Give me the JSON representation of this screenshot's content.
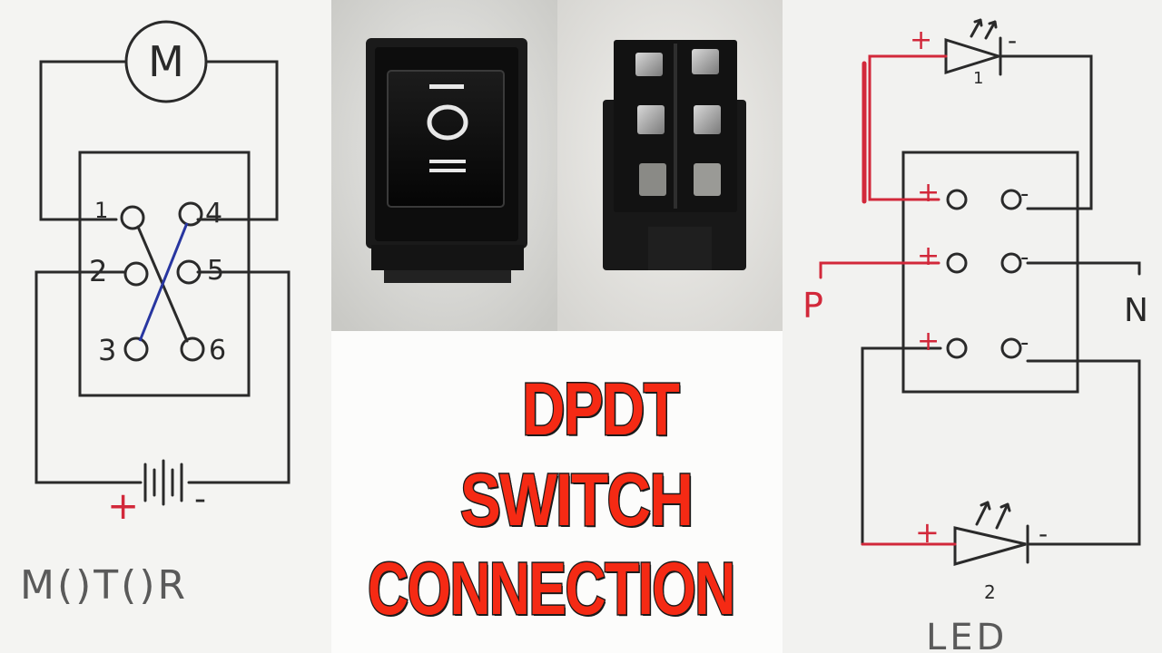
{
  "title": {
    "line1": "DPDT",
    "line2": "SWITCH",
    "line3": "CONNECTION"
  },
  "motor_diagram": {
    "motor_symbol": "M",
    "terminals": [
      "1",
      "2",
      "3",
      "4",
      "5",
      "6"
    ],
    "battery_plus": "+",
    "battery_minus": "-",
    "caption": "M()T()R"
  },
  "switch_photo": {
    "switch_face_marks": [
      "-",
      "O",
      "="
    ]
  },
  "led_diagram": {
    "led1_plus": "+",
    "led1_minus": "-",
    "led1_number": "1",
    "terminal_plus": "+",
    "terminal_minus": "-",
    "p_label": "P",
    "n_label": "N",
    "led2_plus": "+",
    "led2_minus": "-",
    "led2_number": "2",
    "caption": "LED"
  },
  "colors": {
    "ink": "#2a2a2a",
    "red_wire": "#d2283a",
    "blue_wire": "#2836a0",
    "title_red": "#f52a14"
  }
}
